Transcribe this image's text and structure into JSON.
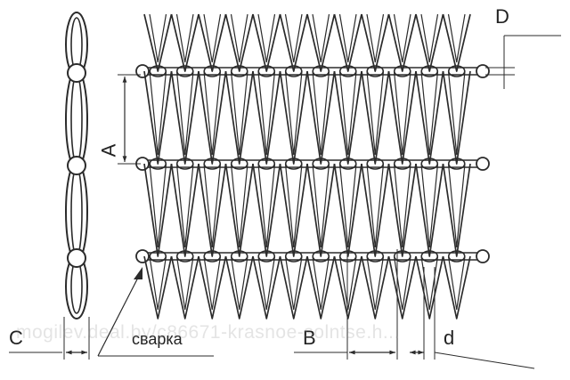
{
  "labels": {
    "A": "A",
    "B": "B",
    "C": "C",
    "D": "D",
    "d": "d",
    "weld": "сварка"
  },
  "watermark": "mogilev.deal.by/c86671-krasnoe-solntse.h...",
  "colors": {
    "line": "#2b2b2b",
    "background": "#ffffff"
  }
}
